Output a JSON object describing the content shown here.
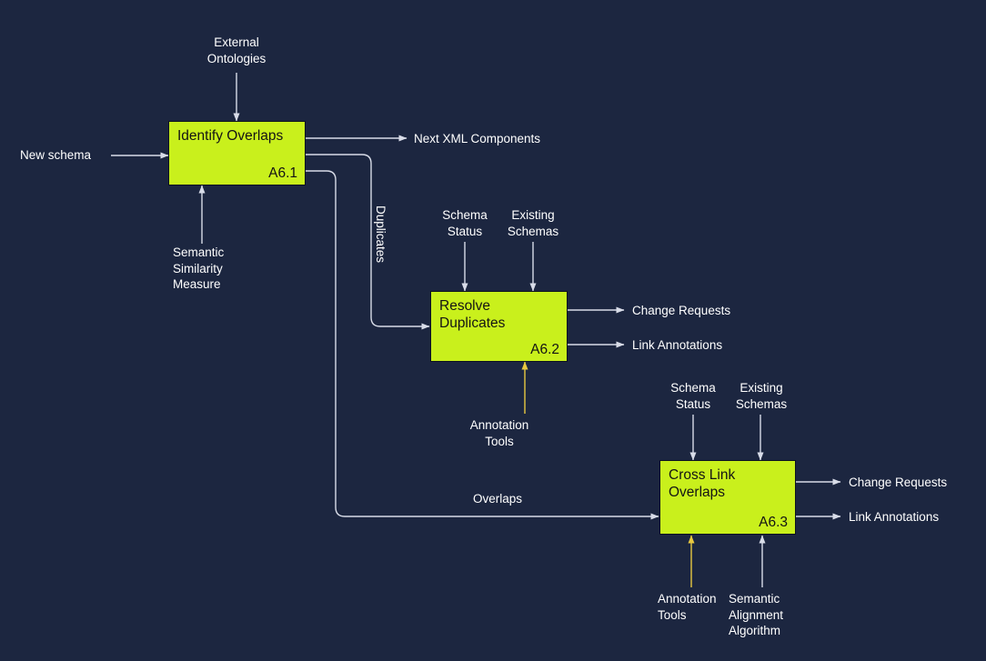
{
  "diagram": {
    "type": "idef0-process-diagram",
    "background_color": "#1c2640",
    "box_fill_color": "#c9f01c",
    "box_text_color": "#141414",
    "label_text_color": "#ffffff",
    "arrow_color_default": "#d8dce8",
    "arrow_color_mechanism_highlight": "#e8c840"
  },
  "activities": [
    {
      "id": "A6.1",
      "title": "Identify Overlaps"
    },
    {
      "id": "A6.2",
      "title": "Resolve\nDuplicates"
    },
    {
      "id": "A6.3",
      "title": "Cross Link\nOverlaps"
    }
  ],
  "a61": {
    "title": "Identify Overlaps",
    "id": "A6.1",
    "control_top": "External\nOntologies",
    "input_left": "New schema",
    "mechanism_bottom": "Semantic\nSimilarity\nMeasure",
    "output_primary": "Next XML Components",
    "flow_duplicates": "Duplicates",
    "flow_overlaps": "Overlaps"
  },
  "a62": {
    "title": "Resolve\nDuplicates",
    "id": "A6.2",
    "control_left": "Schema\nStatus",
    "control_right": "Existing\nSchemas",
    "mechanism_bottom": "Annotation\nTools",
    "output_top": "Change Requests",
    "output_bottom": "Link Annotations"
  },
  "a63": {
    "title": "Cross Link\nOverlaps",
    "id": "A6.3",
    "control_left": "Schema\nStatus",
    "control_right": "Existing\nSchemas",
    "mechanism_left": "Annotation\nTools",
    "mechanism_right": "Semantic\nAlignment\nAlgorithm",
    "output_top": "Change Requests",
    "output_bottom": "Link Annotations"
  }
}
